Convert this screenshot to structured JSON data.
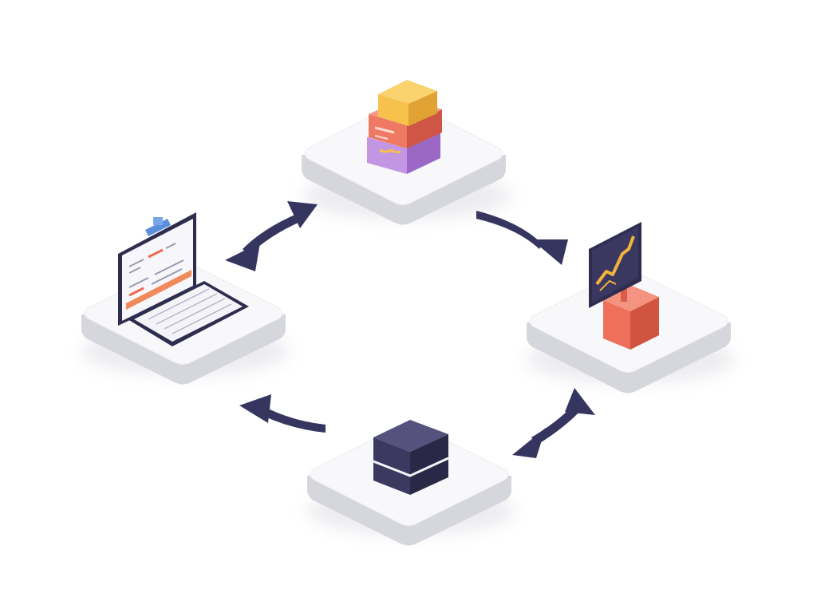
{
  "colors": {
    "background": "#ffffff",
    "platform_top": "#f8f8fa",
    "platform_side": "#d6d6dd",
    "platform_shadow": "#e4e4ea",
    "arrow": "#363560",
    "dark_navy": "#2f2d4f",
    "yellow": "#f5c04a",
    "coral": "#ea6a55",
    "purple": "#b27ed8",
    "chart_line": "#f0b33c",
    "clipboard_blue": "#5b8fdc"
  },
  "nodes": [
    {
      "id": "top",
      "icon": "stacked-boxes-icon"
    },
    {
      "id": "right",
      "icon": "trend-chart-monitor-icon"
    },
    {
      "id": "bottom",
      "icon": "server-block-icon"
    },
    {
      "id": "left",
      "icon": "laptop-clipboard-icon"
    }
  ],
  "arrows": [
    {
      "from": "top",
      "to": "right",
      "direction": "one-way"
    },
    {
      "from": "right",
      "to": "bottom",
      "direction": "two-way"
    },
    {
      "from": "bottom",
      "to": "left",
      "direction": "one-way"
    },
    {
      "from": "left",
      "to": "top",
      "direction": "two-way"
    }
  ]
}
